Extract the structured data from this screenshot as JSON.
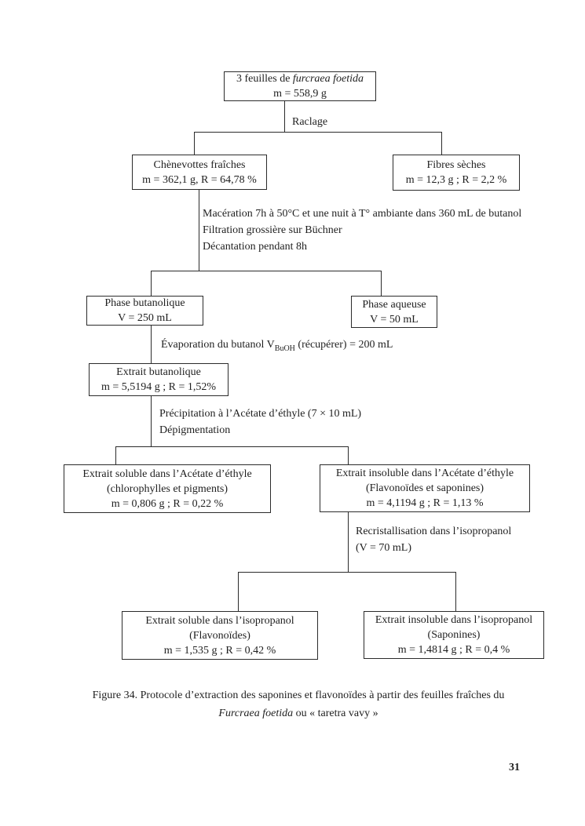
{
  "page": {
    "number": "31"
  },
  "flowchart": {
    "root": {
      "pre": "3 feuilles de ",
      "italic": "furcraea foetida",
      "line2": "m = 558,9 g"
    },
    "raclage": "Raclage",
    "chenevottes": {
      "line1": "Chènevottes fraîches",
      "line2": "m = 362,1 g, R = 64,78 %"
    },
    "fibres": {
      "line1": "Fibres sèches",
      "line2": "m = 12,3 g ; R = 2,2 %"
    },
    "maceration": {
      "para": "Macération 7h à 50°C et une nuit à T° ambiante dans 360 mL de butanol",
      "line2": "Filtration grossière sur Büchner",
      "line3": "Décantation pendant 8h"
    },
    "phase_butanolique": {
      "line1": "Phase butanolique",
      "line2": "V = 250 mL"
    },
    "phase_aqueuse": {
      "line1": "Phase aqueuse",
      "line2": "V = 50 mL"
    },
    "evaporation": {
      "pre": "Évaporation du butanol V",
      "sub": "BuOH",
      "post": " (récupérer) = 200 mL"
    },
    "extrait_butanolique": {
      "line1": "Extrait butanolique",
      "line2": "m = 5,5194 g ; R = 1,52%"
    },
    "precipitation": {
      "line1": "Précipitation à l’Acétate d’éthyle (7 × 10 mL)",
      "line2": "Dépigmentation"
    },
    "soluble_acetate": {
      "line1": "Extrait soluble dans l’Acétate d’éthyle",
      "line2": "(chlorophylles et pigments)",
      "line3": "m = 0,806 g ; R = 0,22 %"
    },
    "insoluble_acetate": {
      "line1": "Extrait insoluble dans l’Acétate d’éthyle",
      "line2": "(Flavonoïdes et saponines)",
      "line3": "m = 4,1194 g ; R = 1,13 %"
    },
    "recristallisation": {
      "line1": "Recristallisation dans l’isopropanol",
      "line2": "(V = 70 mL)"
    },
    "soluble_isopropanol": {
      "line1": "Extrait soluble dans l’isopropanol",
      "line2": "(Flavonoïdes)",
      "line3": "m = 1,535 g ; R = 0,42 %"
    },
    "insoluble_isopropanol": {
      "line1": "Extrait insoluble dans l’isopropanol",
      "line2": "(Saponines)",
      "line3": "m = 1,4814 g ; R = 0,4 %"
    }
  },
  "caption": {
    "line1": "Figure 34. Protocole d’extraction des saponines et flavonoïdes à partir des feuilles fraîches du",
    "italic": "Furcraea foetida",
    "rest": " ou « taretra vavy »"
  }
}
